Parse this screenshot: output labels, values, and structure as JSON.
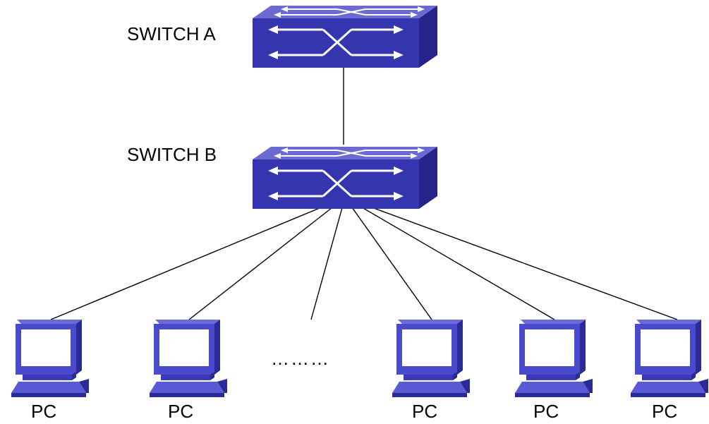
{
  "switches": [
    {
      "id": "a",
      "label": "SWITCH A"
    },
    {
      "id": "b",
      "label": "SWITCH B"
    }
  ],
  "pcs": [
    {
      "label": "PC"
    },
    {
      "label": "PC"
    },
    {
      "label": "PC"
    },
    {
      "label": "PC"
    },
    {
      "label": "PC"
    }
  ],
  "ellipsis": "………",
  "colors": {
    "switch_front": "#3333aa",
    "switch_top": "#6666cc",
    "switch_side": "#222288",
    "pc_body": "#4a4acc",
    "pc_dark": "#2a2a99",
    "pc_screen": "#ffffff",
    "arrow": "#ffffff",
    "line": "#000000"
  },
  "icons": {
    "switch": "network-switch-icon",
    "pc": "computer-terminal-icon"
  }
}
